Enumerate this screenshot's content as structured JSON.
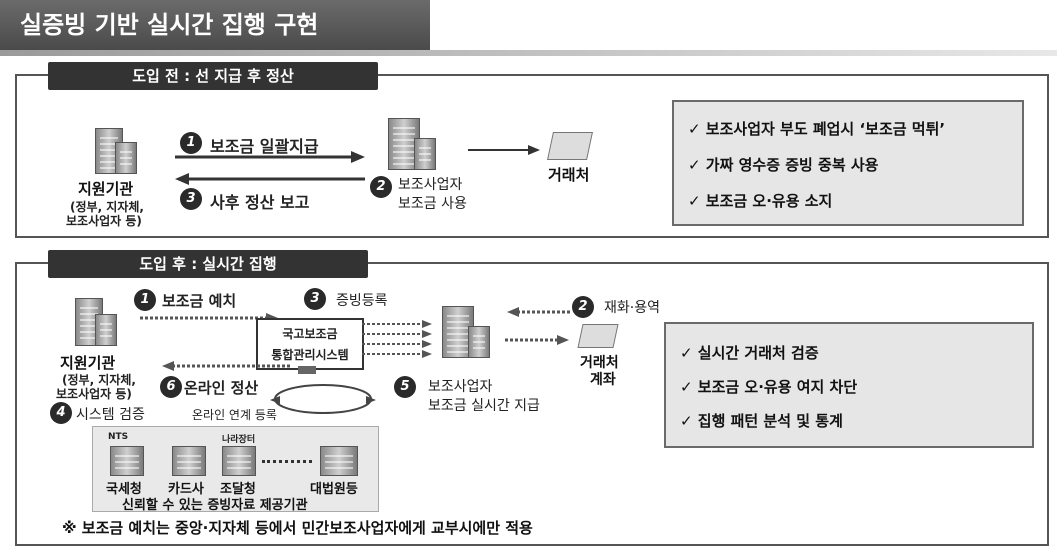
{
  "title": "실증빙 기반 실시간 집행 구현",
  "before": {
    "tab": "도입 전 : 선 지급 후 정산",
    "agency_name": "지원기관",
    "agency_sub": "(정부, 지자체,",
    "agency_sub2": "보조사업자 등)",
    "step1_num": "1",
    "step1": "보조금 일괄지급",
    "step2_num": "2",
    "step2_a": "보조사업자",
    "step2_b": "보조금 사용",
    "step3_num": "3",
    "step3": "사후 정산 보고",
    "vendor": "거래처",
    "issues": [
      "✓ 보조사업자 부도 폐업시 ‘보조금 먹튀’",
      "✓ 가짜 영수증 증빙 중복 사용",
      "✓ 보조금 오·유용 소지"
    ]
  },
  "after": {
    "tab": "도입 후 : 실시간 집행",
    "agency_name": "지원기관",
    "agency_sub": "(정부, 지자체,",
    "agency_sub2": "보조사업자 등)",
    "s1_num": "1",
    "s1": "보조금 예치",
    "s2_num": "2",
    "s2": "재화·용역",
    "s3_num": "3",
    "s3": "증빙등록",
    "s4_num": "4",
    "s4": "시스템 검증",
    "s5_num": "5",
    "s5_a": "보조사업자",
    "s5_b": "보조금 실시간 지급",
    "s6_num": "6",
    "s6": "온라인 정산",
    "online_link": "온라인 연계 등록",
    "system_a": "국고보조금",
    "system_b": "통합관리시스템",
    "vendor_a": "거래처",
    "vendor_b": "계좌",
    "sources": [
      "국세청",
      "카드사",
      "조달청",
      "대법원등"
    ],
    "source_caption": "신뢰할 수 있는 증빙자료 제공기관",
    "logo_nts": "NTS",
    "logo_narajangteo": "나라장터",
    "benefits": [
      "✓ 실시간 거래처 검증",
      "✓ 보조금 오·유용 여지 차단",
      "✓ 집행 패턴 분석 및 통계"
    ],
    "note": "※ 보조금 예치는 중앙·지자체 등에서 민간보조사업자에게 교부시에만 적용"
  }
}
